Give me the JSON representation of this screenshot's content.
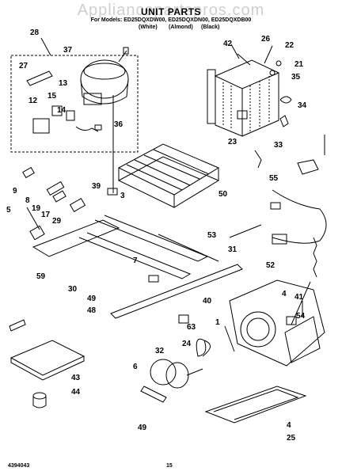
{
  "header": {
    "watermark": "Appliancepartspros.com",
    "title": "UNIT PARTS",
    "models_line": "For Models: ED25DQXDW00, ED25DQXDN00, ED25DQXDB00",
    "color_white": "(White)",
    "color_almond": "(Almond)",
    "color_black": "(Black)"
  },
  "footer": {
    "doc_number": "4394043",
    "page_number": "15"
  },
  "callouts": [
    "28",
    "37",
    "27",
    "13",
    "12",
    "15",
    "14",
    "36",
    "42",
    "26",
    "22",
    "21",
    "35",
    "34",
    "33",
    "23",
    "55",
    "50",
    "9",
    "8",
    "19",
    "17",
    "29",
    "5",
    "39",
    "3",
    "53",
    "31",
    "52",
    "7",
    "59",
    "30",
    "49",
    "48",
    "40",
    "4",
    "41",
    "54",
    "63",
    "1",
    "32",
    "24",
    "6",
    "49",
    "43",
    "44",
    "4",
    "25"
  ],
  "colors": {
    "ink": "#000000",
    "paper": "#ffffff",
    "watermark": "#cfcfcf"
  }
}
